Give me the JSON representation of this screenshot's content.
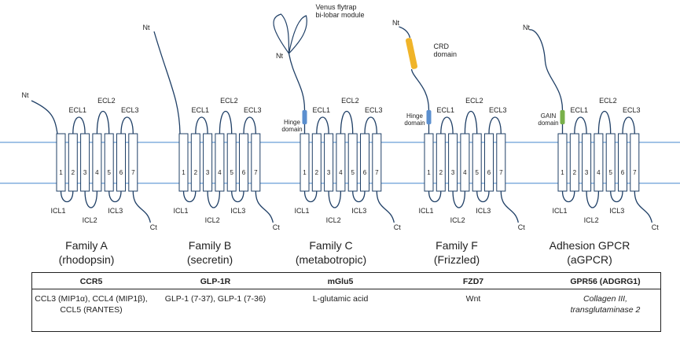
{
  "families": [
    {
      "name": "Family A",
      "subtitle": "(rhodopsin)",
      "receptor": "CCR5",
      "ligands": [
        "CCL3 (MIP1α), CCL4 (MIP1β),",
        "CCL5 (RANTES)"
      ],
      "ligands_italic": false
    },
    {
      "name": "Family B",
      "subtitle": "(secretin)",
      "receptor": "GLP-1R",
      "ligands": [
        "GLP-1 (7-37), GLP-1 (7-36)"
      ],
      "ligands_italic": false
    },
    {
      "name": "Family C",
      "subtitle": "(metabotropic)",
      "receptor": "mGlu5",
      "ligands": [
        "L-glutamic acid"
      ],
      "ligands_italic": false
    },
    {
      "name": "Family F",
      "subtitle": "(Frizzled)",
      "receptor": "FZD7",
      "ligands": [
        "Wnt"
      ],
      "ligands_italic": false
    },
    {
      "name": "Adhesion GPCR",
      "subtitle": "(aGPCR)",
      "receptor": "GPR56 (ADGRG1)",
      "ligands": [
        "Collagen III,",
        "transglutaminase 2"
      ],
      "ligands_italic": true
    }
  ],
  "loop_labels": {
    "nt": "Nt",
    "ct": "Ct",
    "ecl": [
      "ECL1",
      "ECL2",
      "ECL3"
    ],
    "icl": [
      "ICL1",
      "ICL2",
      "ICL3"
    ],
    "helices": [
      "1",
      "2",
      "3",
      "4",
      "5",
      "6",
      "7"
    ]
  },
  "domain_labels": {
    "hinge": "Hinge\ndomain",
    "venus": "Venus flytrap\nbi-lobar module",
    "crd": "CRD\ndomain",
    "gain": "GAIN\ndomain"
  },
  "colors": {
    "membrane": "#6a9fd8",
    "outline": "#1f3f66",
    "hinge": "#5b8fcf",
    "crd": "#f0b429",
    "gain": "#79b04a"
  }
}
